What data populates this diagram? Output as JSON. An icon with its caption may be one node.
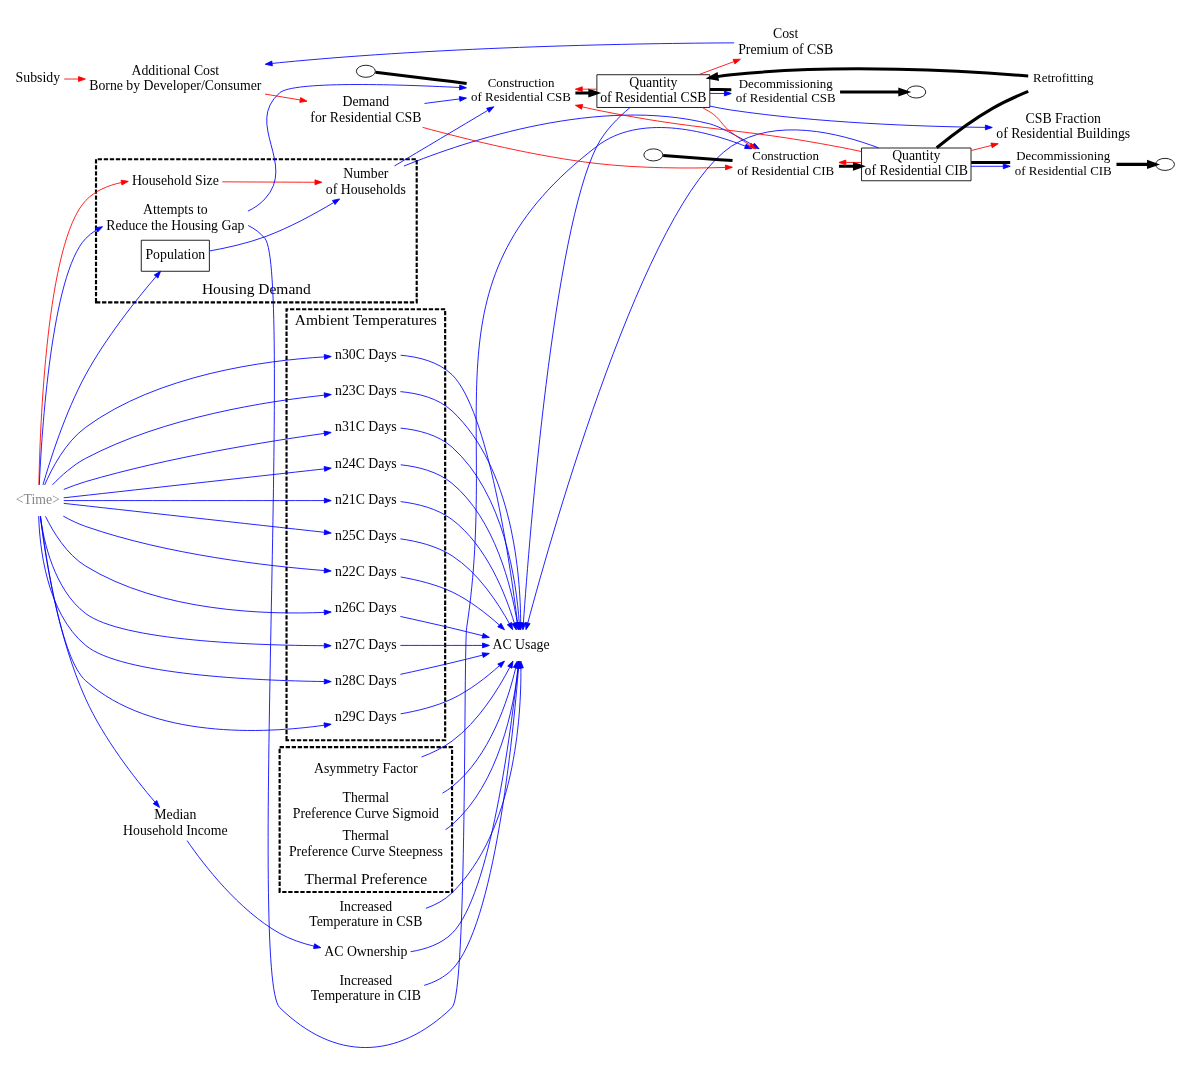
{
  "diagram": {
    "nodes": [
      {
        "text": [
          "Ambient Temperatures"
        ]
      },
      {
        "text": [
          "n21C Days"
        ],
        "in": 0
      },
      {
        "text": [
          "n22C Days"
        ],
        "in": 0
      },
      {
        "text": [
          "n23C Days"
        ],
        "in": 0
      },
      {
        "text": [
          "n24C Days"
        ],
        "in": 0
      },
      {
        "text": [
          "n25C Days"
        ],
        "in": 0
      },
      {
        "text": [
          "n26C Days"
        ],
        "in": 0
      },
      {
        "text": [
          "n27C Days"
        ],
        "in": 0
      },
      {
        "text": [
          "n28C Days"
        ],
        "in": 0
      },
      {
        "text": [
          "n29C Days"
        ],
        "in": 0
      },
      {
        "text": [
          "n30C Days"
        ],
        "in": 0
      },
      {
        "text": [
          "n31C Days"
        ],
        "in": 0
      },
      {
        "text": [
          "Thermal Preference"
        ]
      },
      {
        "text": [
          "Thermal Preference Curve Sigmoid"
        ],
        "in": 12
      },
      {
        "text": [
          "Thermal Preference Curve Steepness"
        ],
        "in": 12
      },
      {
        "text": [
          "Asymmetry Factor"
        ],
        "in": 12
      },
      {
        "text": [
          "Housing Demand"
        ]
      },
      {
        "text": [
          "Population"
        ],
        "in": 16
      },
      {
        "text": [
          "Household Size"
        ],
        "in": 16
      },
      {
        "text": [
          "Number of Households"
        ],
        "in": 16
      },
      {
        "text": [
          "Attempts to Reduce the Housing Gap"
        ],
        "in": 16
      },
      {
        "text": [
          "<Time>"
        ]
      },
      {
        "text": [
          "Median Household Income"
        ]
      },
      {
        "text": [
          "AC Ownership"
        ]
      },
      {
        "text": [
          "AC Usage"
        ]
      },
      {
        "text": [
          "Increased Temperature in CIB"
        ]
      },
      {
        "text": [
          "Increased Temperature in CSB"
        ]
      },
      {
        "text": [
          "Subsidy"
        ]
      },
      {
        "text": [
          "Additional Cost Borne by Developer/Consumer"
        ]
      },
      {
        "text": [
          "Cost Premium of CSB"
        ]
      },
      {
        "text": [
          "CSB Fraction of Residential Buildings"
        ]
      },
      {
        "text": [
          "Demand for Residential CSB"
        ]
      },
      {
        "text": [
          "Construction of Residential CSB"
        ]
      },
      {
        "text": [
          "Quantity of Residential CSB"
        ]
      },
      {
        "text": [
          "Decommissioning of Residential CSB"
        ]
      },
      {
        "text": [
          "Construction of Residential CIB"
        ]
      },
      {
        "text": [
          "Quantity of Residential CIB"
        ]
      },
      {
        "text": [
          "Decommissioning of Residential CIB"
        ]
      },
      {
        "text": [
          "Retrofitting"
        ]
      },
      {
        "text": [],
        "shape": "cloud"
      },
      {
        "text": [],
        "shape": "cloud"
      },
      {
        "text": [],
        "shape": "cloud"
      },
      {
        "text": [],
        "shape": "cloud"
      }
    ],
    "edges": [
      {
        "from": 21,
        "to": 1,
        "arrow": "to"
      },
      {
        "from": 21,
        "to": 2,
        "arrow": "to"
      },
      {
        "from": 21,
        "to": 3,
        "arrow": "to"
      },
      {
        "from": 21,
        "to": 4,
        "arrow": "to"
      },
      {
        "from": 21,
        "to": 5,
        "arrow": "to"
      },
      {
        "from": 21,
        "to": 6,
        "arrow": "to"
      },
      {
        "from": 21,
        "to": 7,
        "arrow": "to"
      },
      {
        "from": 21,
        "to": 8,
        "arrow": "to"
      },
      {
        "from": 21,
        "to": 9,
        "arrow": "to"
      },
      {
        "from": 21,
        "to": 10,
        "arrow": "to"
      },
      {
        "from": 21,
        "to": 11,
        "arrow": "to"
      },
      {
        "from": 1,
        "to": 24,
        "arrow": "to"
      },
      {
        "from": 2,
        "to": 24,
        "arrow": "to"
      },
      {
        "from": 3,
        "to": 24,
        "arrow": "to"
      },
      {
        "from": 4,
        "to": 24,
        "arrow": "to"
      },
      {
        "from": 5,
        "to": 24,
        "arrow": "to"
      },
      {
        "from": 6,
        "to": 24,
        "arrow": "to"
      },
      {
        "from": 7,
        "to": 24,
        "arrow": "to"
      },
      {
        "from": 8,
        "to": 24,
        "arrow": "to"
      },
      {
        "from": 9,
        "to": 24,
        "arrow": "to"
      },
      {
        "from": 10,
        "to": 24,
        "arrow": "to"
      },
      {
        "from": 11,
        "to": 24,
        "arrow": "to"
      },
      {
        "from": 21,
        "to": 22,
        "arrow": "to"
      },
      {
        "from": 22,
        "to": 23,
        "arrow": "to"
      },
      {
        "from": 23,
        "to": 24,
        "arrow": "to"
      },
      {
        "from": 25,
        "to": 24,
        "arrow": "to"
      },
      {
        "from": 26,
        "to": 24,
        "arrow": "to"
      },
      {
        "from": 13,
        "to": 24,
        "arrow": "to"
      },
      {
        "from": 14,
        "to": 24,
        "arrow": "to"
      },
      {
        "from": 15,
        "to": 24,
        "arrow": "to"
      },
      {
        "from": 21,
        "to": 17,
        "arrow": "to"
      },
      {
        "from": 21,
        "to": 18,
        "arrow": "to",
        "color": "#ff0000"
      },
      {
        "from": 21,
        "to": 20,
        "arrow": "to"
      },
      {
        "from": 18,
        "to": 19,
        "arrow": "to",
        "color": "#ff0000"
      },
      {
        "from": 17,
        "to": 19,
        "arrow": "to"
      },
      {
        "from": 19,
        "to": 32,
        "arrow": "to"
      },
      {
        "from": 19,
        "to": 35,
        "arrow": "to"
      },
      {
        "from": 20,
        "to": 32,
        "arrow": "to"
      },
      {
        "from": 20,
        "to": 35,
        "arrow": "to"
      },
      {
        "from": 27,
        "to": 28,
        "arrow": "to",
        "color": "#ff0000"
      },
      {
        "from": 29,
        "to": 28,
        "arrow": "to"
      },
      {
        "from": 28,
        "to": 31,
        "arrow": "to",
        "color": "#ff0000"
      },
      {
        "from": 31,
        "to": 32,
        "arrow": "to"
      },
      {
        "from": 31,
        "to": 35,
        "arrow": "to",
        "color": "#ff0000"
      },
      {
        "from": 33,
        "to": 24,
        "arrow": "to"
      },
      {
        "from": 36,
        "to": 24,
        "arrow": "to"
      },
      {
        "from": 33,
        "to": 30,
        "arrow": "to"
      },
      {
        "from": 33,
        "to": 29,
        "arrow": "to",
        "color": "#ff0000"
      },
      {
        "from": 33,
        "to": 34,
        "arrow": "to"
      },
      {
        "from": 33,
        "to": 32,
        "arrow": "to",
        "color": "#ff0000"
      },
      {
        "from": 33,
        "to": 35,
        "arrow": "to",
        "color": "#ff0000"
      },
      {
        "from": 36,
        "to": 32,
        "arrow": "to",
        "color": "#ff0000"
      },
      {
        "from": 36,
        "to": 35,
        "arrow": "to",
        "color": "#ff0000"
      },
      {
        "from": 36,
        "to": 30,
        "arrow": "to",
        "color": "#ff0000"
      },
      {
        "from": 36,
        "to": 37,
        "arrow": "to"
      },
      {
        "from": 39,
        "to": 32,
        "arrow": "none",
        "style": "thick",
        "color": "#000000"
      },
      {
        "from": 32,
        "to": 33,
        "arrow": "to",
        "style": "thick",
        "color": "#000000"
      },
      {
        "from": 33,
        "to": 34,
        "arrow": "none",
        "style": "thick",
        "color": "#000000"
      },
      {
        "from": 34,
        "to": 40,
        "arrow": "to",
        "style": "thick",
        "color": "#000000"
      },
      {
        "from": 41,
        "to": 35,
        "arrow": "none",
        "style": "thick",
        "color": "#000000"
      },
      {
        "from": 35,
        "to": 36,
        "arrow": "to",
        "style": "thick",
        "color": "#000000"
      },
      {
        "from": 36,
        "to": 37,
        "arrow": "none",
        "style": "thick",
        "color": "#000000"
      },
      {
        "from": 37,
        "to": 42,
        "arrow": "to",
        "style": "thick",
        "color": "#000000"
      },
      {
        "from": 36,
        "to": 38,
        "arrow": "none",
        "style": "thick",
        "color": "#000000"
      },
      {
        "from": 38,
        "to": 33,
        "arrow": "to",
        "style": "thick",
        "color": "#000000"
      }
    ]
  }
}
